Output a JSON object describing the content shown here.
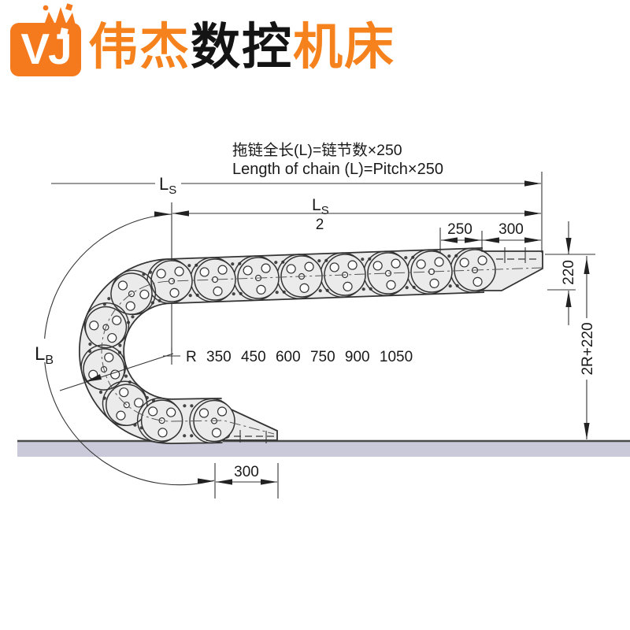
{
  "logo": {
    "monogram": "VJ",
    "orange": "#f5791d",
    "brand": [
      {
        "text": "伟杰",
        "color": "#f5821c"
      },
      {
        "text": "数控",
        "color": "#141414"
      },
      {
        "text": "机床",
        "color": "#f5821c"
      }
    ]
  },
  "diagram": {
    "formula_cn": "拖链全长(L)=链节数×250",
    "formula_en": "Length of chain (L)=Pitch×250",
    "dim_ls": {
      "main": "L",
      "sub": "S"
    },
    "dim_ls_half": {
      "main": "L",
      "sub": "S",
      "den": "2"
    },
    "dim_lb": {
      "main": "L",
      "sub": "B"
    },
    "dim_250": "250",
    "dim_300_top": "300",
    "dim_220": "220",
    "dim_2r_220": "2R+220",
    "dim_300_bottom": "300",
    "radius_series": "R 350 450 600 750 900 1050",
    "line_color": "#333333",
    "chain_fill": "#ebebeb",
    "ground_color": "#c9c9da"
  }
}
